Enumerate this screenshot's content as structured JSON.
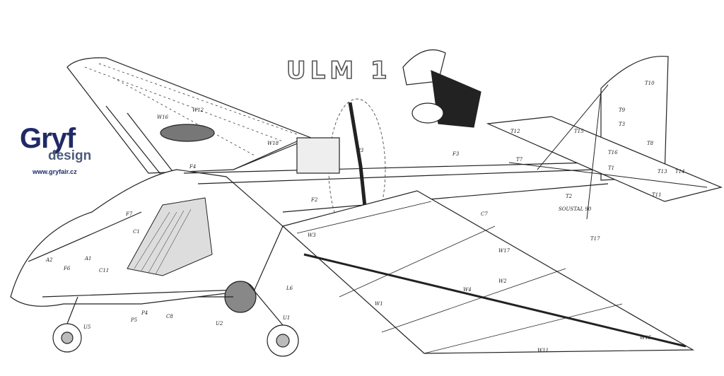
{
  "title": "ULM 1",
  "logo": {
    "brand": "Gryf",
    "sub": "design",
    "url": "www.gryfair.cz"
  },
  "signature": "SOUSTAL 90",
  "part_labels": [
    "W16",
    "W12",
    "W18",
    "F4",
    "F3",
    "F7",
    "F6",
    "A2",
    "A1",
    "C1",
    "C11",
    "F2",
    "P3",
    "P4",
    "P5",
    "C8",
    "U5",
    "U2",
    "U1",
    "L6",
    "W3",
    "W2",
    "W4",
    "W1",
    "W11",
    "W15",
    "W17",
    "C7",
    "T1",
    "T2",
    "T3",
    "T7",
    "T8",
    "T9",
    "T10",
    "T11",
    "T12",
    "T13",
    "T14",
    "T15",
    "T16",
    "T17"
  ]
}
